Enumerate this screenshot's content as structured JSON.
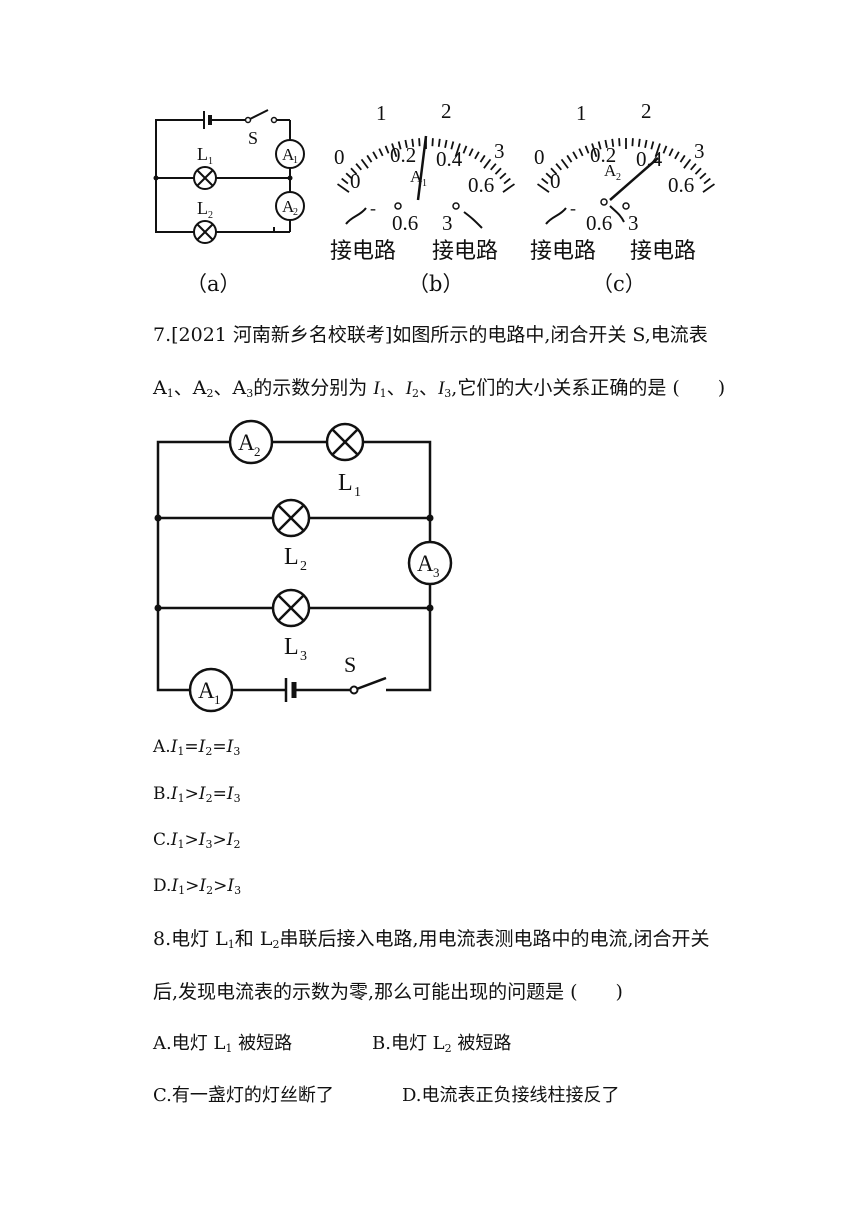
{
  "figures": {
    "fig_a": {
      "caption": "（a）",
      "switch_label": "S",
      "lamp1": "L",
      "lamp1_sub": "1",
      "lamp2": "L",
      "lamp2_sub": "2",
      "meter1": "A",
      "meter1_sub": "1",
      "meter2": "A",
      "meter2_sub": "2"
    },
    "fig_b": {
      "caption": "（b）",
      "meter_label": "A",
      "meter_sub": "1",
      "scale_top": [
        "1",
        "2",
        "3"
      ],
      "scale_bottom": [
        "0.2",
        "0.4",
        "0.6"
      ],
      "zero": "0",
      "terminal_minus": "-",
      "terminal_06": "0.6",
      "terminal_3": "3",
      "connect_left": "接电路",
      "connect_right": "接电路",
      "reading_fraction": 0.5
    },
    "fig_c": {
      "caption": "（c）",
      "meter_label": "A",
      "meter_sub": "2",
      "scale_top": [
        "1",
        "2",
        "3"
      ],
      "scale_bottom": [
        "0.2",
        "0.4",
        "0.6"
      ],
      "zero": "0",
      "terminal_minus": "-",
      "terminal_06": "0.6",
      "terminal_3": "3",
      "connect_left": "接电路",
      "connect_right": "接电路",
      "reading_fraction": 0.7
    }
  },
  "q7": {
    "line1": "7.[2021 河南新乡名校联考]如图所示的电路中,闭合开关 S,电流表",
    "line2_a": "A",
    "line2_b": "、A",
    "line2_c": "、A",
    "line2_d": "的示数分别为",
    "line2_e": "、",
    "line2_f": "、",
    "line2_g": ",它们的大小关系正确的是 (　　)",
    "sub1": "1",
    "sub2": "2",
    "sub3": "3",
    "I": "I",
    "circuit": {
      "a2": "A",
      "a2_sub": "2",
      "a3": "A",
      "a3_sub": "3",
      "a1": "A",
      "a1_sub": "1",
      "l1": "L",
      "l1_sub": "1",
      "l2": "L",
      "l2_sub": "2",
      "l3": "L",
      "l3_sub": "3",
      "s": "S"
    },
    "options": [
      {
        "prefix": "A.",
        "rel": [
          "=",
          "="
        ]
      },
      {
        "prefix": "B.",
        "rel": [
          ">",
          "="
        ]
      },
      {
        "prefix": "C.",
        "rel": [
          ">",
          ">"
        ],
        "order": [
          "1",
          "3",
          "2"
        ]
      },
      {
        "prefix": "D.",
        "rel": [
          ">",
          ">"
        ]
      }
    ]
  },
  "q8": {
    "line1": "8.电灯 L",
    "line1_b": "和 L",
    "line1_c": "串联后接入电路,用电流表测电路中的电流,闭合开关",
    "line2": "后,发现电流表的示数为零,那么可能出现的问题是 (　　)",
    "optA_a": "A.电灯 L",
    "optA_b": "被短路",
    "optB_a": "B.电灯 L",
    "optB_b": "被短路",
    "optC": "C.有一盏灯的灯丝断了",
    "optD": "D.电流表正负接线柱接反了",
    "sub1": "1",
    "sub2": "2"
  }
}
